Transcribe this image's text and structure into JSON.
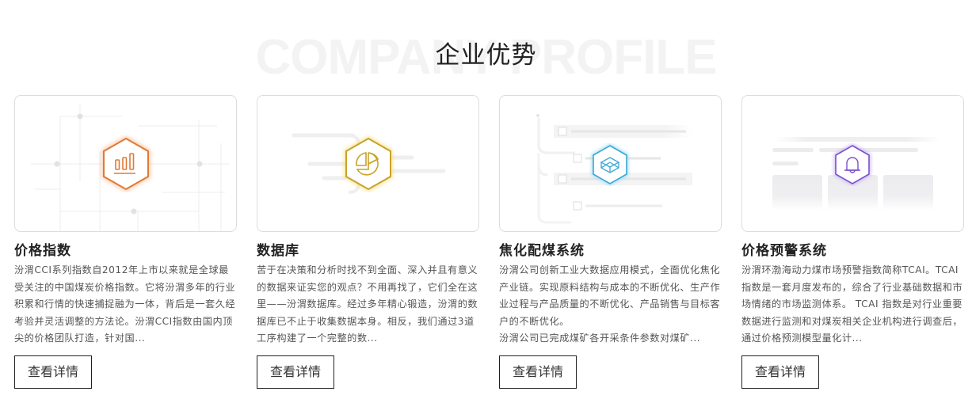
{
  "section": {
    "bg_title": "COMPANY PROFILE",
    "title": "企业优势"
  },
  "cards": [
    {
      "title": "价格指数",
      "icon": "bar-chart-icon",
      "accent": "#e07a35",
      "description": "汾渭CCI系列指数自2012年上市以来就是全球最受关注的中国煤炭价格指数。它将汾渭多年的行业积累和行情的快速捕捉融为一体，背后是一套久经考验并灵活调整的方法论。汾渭CCI指数由国内顶尖的价格团队打造，针对国...",
      "button": "查看详情"
    },
    {
      "title": "数据库",
      "icon": "pie-chart-icon",
      "accent": "#c9a227",
      "description": "苦于在决策和分析时找不到全面、深入并且有意义的数据来证实您的观点？不用再找了，它们全在这里——汾渭数据库。经过多年精心锻造，汾渭的数据库已不止于收集数据本身。相反，我们通过3道工序构建了一个完整的数...",
      "button": "查看详情"
    },
    {
      "title": "焦化配煤系统",
      "icon": "cube-icon",
      "accent": "#3aa6d6",
      "description_lines": [
        "汾渭公司创新工业大数据应用模式，全面优化焦化产业链。实现原料结构与成本的不断优化、生产作业过程与产品质量的不断优化、产品销售与目标客户的不断优化。",
        "汾渭公司已完成煤矿各开采条件参数对煤矿..."
      ],
      "button": "查看详情"
    },
    {
      "title": "价格预警系统",
      "icon": "bell-icon",
      "accent": "#7a4fd0",
      "description": "汾渭环渤海动力煤市场预警指数简称TCAI。TCAI 指数是一套月度发布的，综合了行业基础数据和市场情绪的市场监测体系。 TCAI 指数是对行业重要数据进行监测和对煤炭相关企业机构进行调查后，通过价格预测模型量化计...",
      "button": "查看详情"
    }
  ]
}
